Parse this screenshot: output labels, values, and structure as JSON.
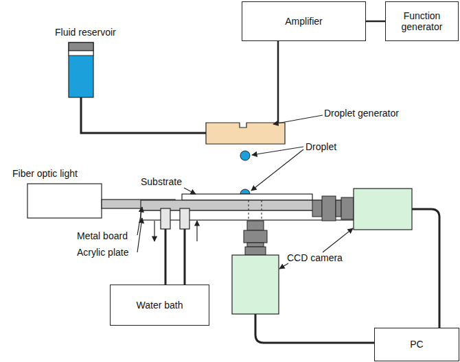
{
  "diagram": {
    "nodes": [
      {
        "text": [
          "Amplifier"
        ]
      },
      {
        "text": [
          "Function generator"
        ]
      },
      {
        "text": [
          "Water bath"
        ]
      },
      {
        "text": [
          "PC"
        ]
      }
    ],
    "edges": [
      {
        "from": 1,
        "to": 0,
        "arrow": "none"
      }
    ],
    "labels": [
      "Fluid reservoir",
      "Droplet generator",
      "Droplet",
      "Fiber optic light",
      "Substrate",
      "Metal board",
      "Acrylic plate",
      "CCD camera"
    ]
  }
}
